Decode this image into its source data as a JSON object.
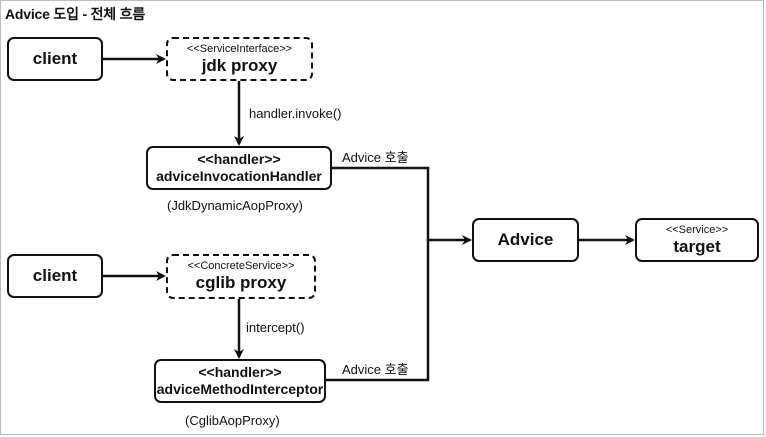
{
  "title": "Advice 도입 - 전체 흐름",
  "nodes": {
    "client_top": {
      "label": "client"
    },
    "jdk_proxy": {
      "stereotype": "<<ServiceInterface>>",
      "label": "jdk proxy"
    },
    "invocation_handler": {
      "stereotype": "<<handler>>",
      "label": "adviceInvocationHandler",
      "caption": "(JdkDynamicAopProxy)"
    },
    "client_bottom": {
      "label": "client"
    },
    "cglib_proxy": {
      "stereotype": "<<ConcreteService>>",
      "label": "cglib proxy"
    },
    "method_interceptor": {
      "stereotype": "<<handler>>",
      "label": "adviceMethodInterceptor",
      "caption": "(CglibAopProxy)"
    },
    "advice": {
      "label": "Advice"
    },
    "target": {
      "stereotype": "<<Service>>",
      "label": "target"
    }
  },
  "edges": {
    "jdk_call": "handler.invoke()",
    "cglib_call": "intercept()",
    "advice_call_top": "Advice 호출",
    "advice_call_bottom": "Advice 호출"
  },
  "colors": {
    "stroke": "#111111",
    "frame": "#bdbdbd",
    "background": "#ffffff"
  }
}
